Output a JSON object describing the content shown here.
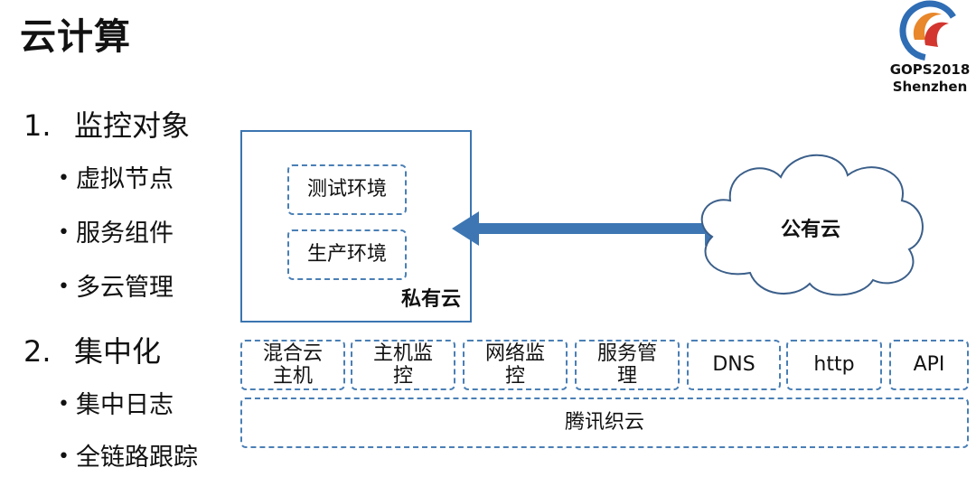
{
  "title": "云计算",
  "logo": {
    "line1": "GOPS2018",
    "line2": "Shenzhen",
    "colors": {
      "blue": "#2f6db5",
      "orange": "#e8872b",
      "red": "#d2362f"
    }
  },
  "list": [
    {
      "num": "1.",
      "label": "监控对象",
      "items": [
        "虚拟节点",
        "服务组件",
        "多云管理"
      ]
    },
    {
      "num": "2.",
      "label": "集中化",
      "items": [
        "集中日志",
        "全链路跟踪"
      ]
    }
  ],
  "bullet": "•",
  "diagram": {
    "private_cloud": {
      "label": "私有云",
      "envs": [
        "测试环境",
        "生产环境"
      ]
    },
    "public_cloud": {
      "label": "公有云"
    },
    "tools": [
      {
        "line1": "混合云",
        "line2": "主机"
      },
      {
        "line1": "主机监",
        "line2": "控"
      },
      {
        "line1": "网络监",
        "line2": "控"
      },
      {
        "line1": "服务管",
        "line2": "理"
      },
      {
        "line1": "DNS",
        "line2": ""
      },
      {
        "line1": "http",
        "line2": ""
      },
      {
        "line1": "API",
        "line2": ""
      }
    ],
    "platform": "腾讯织云",
    "colors": {
      "box_border": "#3b75b0",
      "dash_border": "#4a7fb5",
      "arrow": "#3d76b3"
    }
  }
}
